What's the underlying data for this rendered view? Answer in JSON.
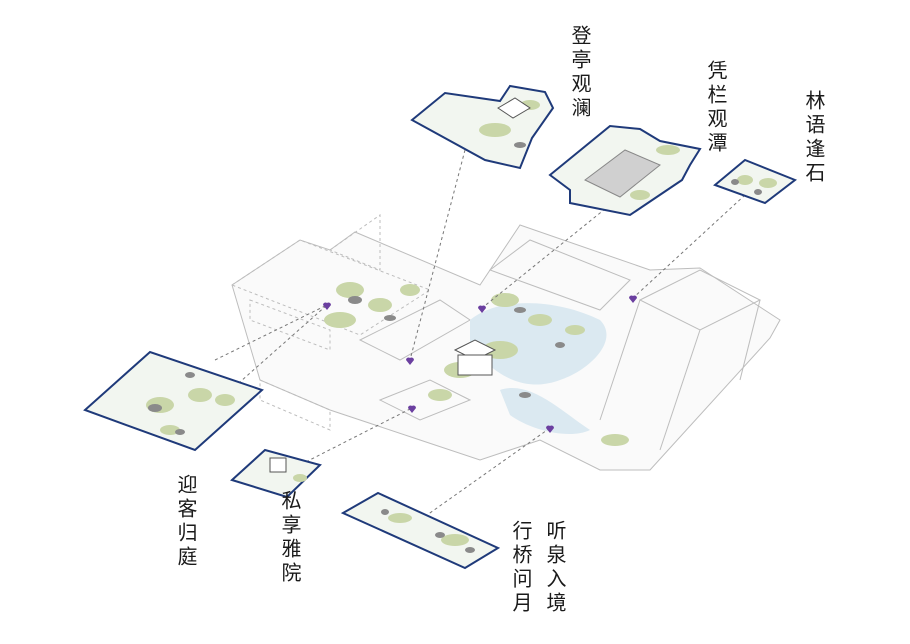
{
  "zones": [
    {
      "id": "pavilion",
      "label": "登亭观澜"
    },
    {
      "id": "railing",
      "label": "凭栏观潭"
    },
    {
      "id": "forest",
      "label": "林语逢石"
    },
    {
      "id": "welcome",
      "label": "迎客归庭"
    },
    {
      "id": "private",
      "label": "私享雅院"
    },
    {
      "id": "bridge",
      "label": "行桥问月"
    },
    {
      "id": "spring",
      "label": "听泉入境"
    }
  ],
  "colors": {
    "panel_outline": "#1f3a7a",
    "marker": "#6b3fa0",
    "greenery": "#c9d6a8",
    "rock": "#8a8a8a",
    "water": "#dbe9f1",
    "structure": "#bdbdbd"
  }
}
